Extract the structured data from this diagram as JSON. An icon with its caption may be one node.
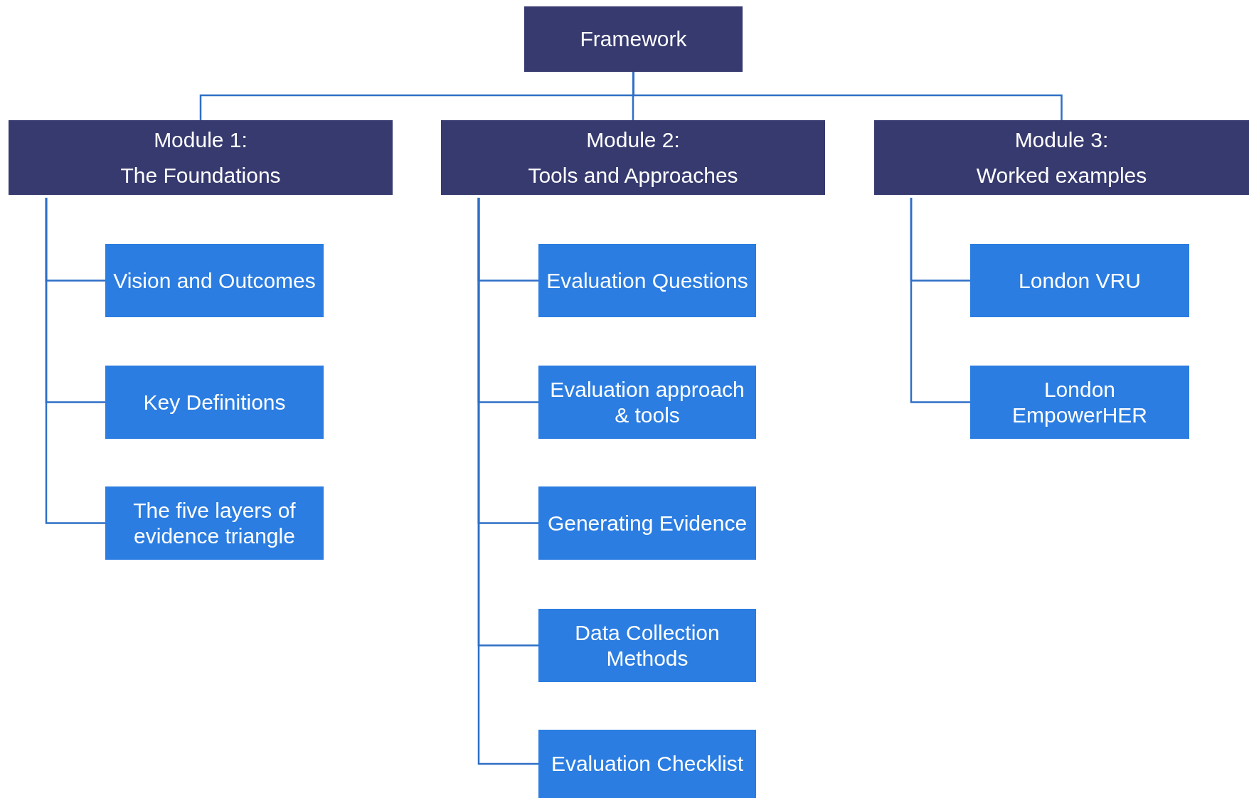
{
  "diagram": {
    "nodes": [
      {
        "text": [
          "Framework"
        ]
      },
      {
        "text": [
          "Module 1:",
          "The Foundations"
        ]
      },
      {
        "text": [
          "Module 2:",
          "Tools and Approaches"
        ]
      },
      {
        "text": [
          "Module 3:",
          "Worked examples"
        ]
      },
      {
        "text": [
          "Vision and Outcomes"
        ]
      },
      {
        "text": [
          "Key Definitions"
        ]
      },
      {
        "text": [
          "The five layers of evidence triangle"
        ]
      },
      {
        "text": [
          "Evaluation Questions"
        ]
      },
      {
        "text": [
          "Evaluation approach & tools"
        ]
      },
      {
        "text": [
          "Generating Evidence"
        ]
      },
      {
        "text": [
          "Data Collection Methods"
        ]
      },
      {
        "text": [
          "Evaluation Checklist"
        ]
      },
      {
        "text": [
          "London VRU"
        ]
      },
      {
        "text": [
          "London EmpowerHER"
        ]
      }
    ],
    "edges": [
      {
        "from": 0,
        "to": 1,
        "arrow": "none"
      },
      {
        "from": 0,
        "to": 2,
        "arrow": "none"
      },
      {
        "from": 0,
        "to": 3,
        "arrow": "none"
      },
      {
        "from": 1,
        "to": 4,
        "arrow": "none"
      },
      {
        "from": 1,
        "to": 5,
        "arrow": "none"
      },
      {
        "from": 1,
        "to": 6,
        "arrow": "none"
      },
      {
        "from": 2,
        "to": 7,
        "arrow": "none"
      },
      {
        "from": 2,
        "to": 8,
        "arrow": "none"
      },
      {
        "from": 2,
        "to": 9,
        "arrow": "none"
      },
      {
        "from": 2,
        "to": 10,
        "arrow": "none"
      },
      {
        "from": 2,
        "to": 11,
        "arrow": "none"
      },
      {
        "from": 3,
        "to": 12,
        "arrow": "none"
      },
      {
        "from": 3,
        "to": 13,
        "arrow": "none"
      }
    ]
  }
}
